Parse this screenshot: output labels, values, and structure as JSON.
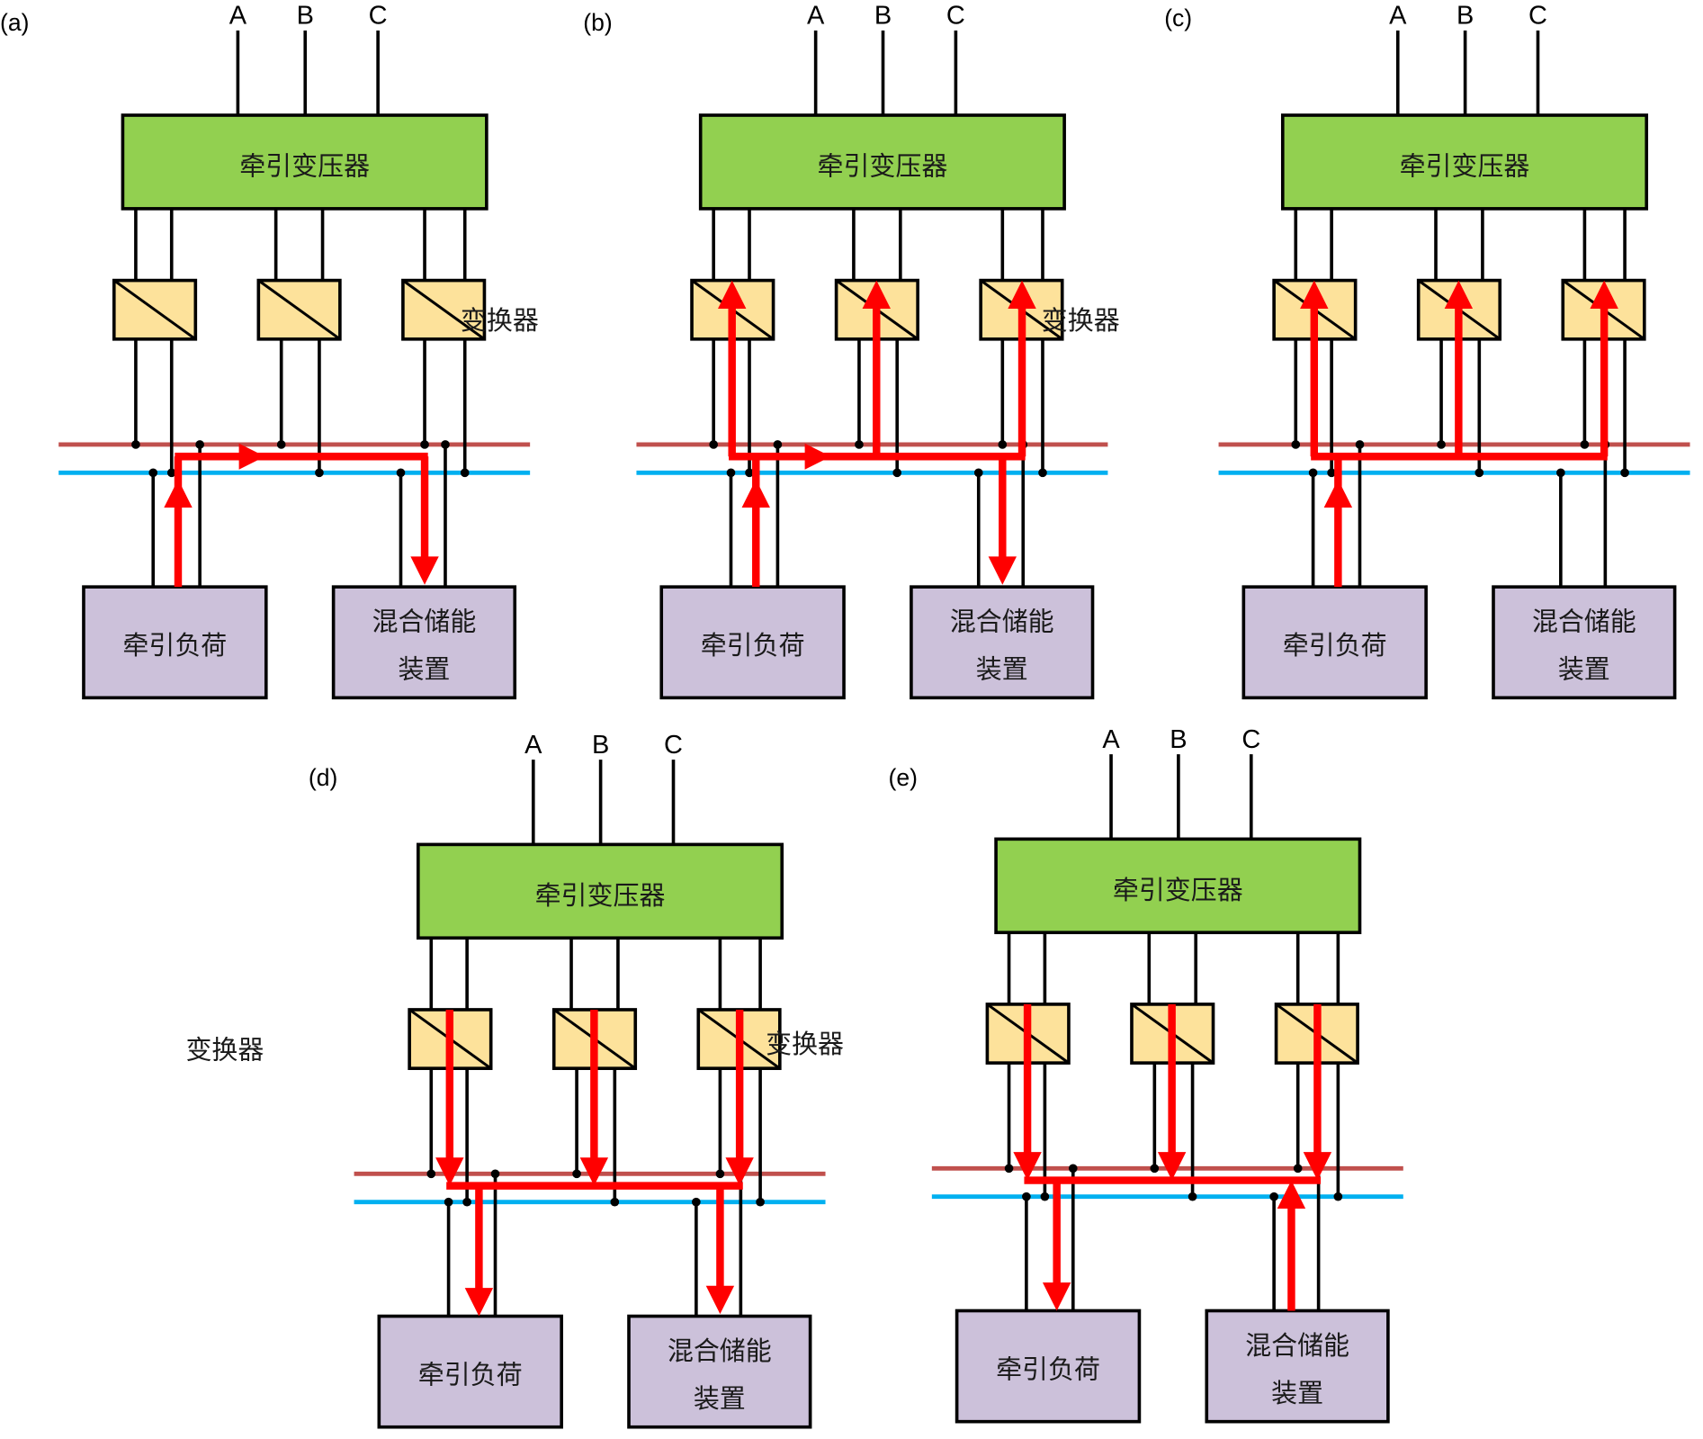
{
  "figure": {
    "colors": {
      "transformer_fill": "#92d050",
      "converter_fill": "#fde29b",
      "box_fill": "#ccc1da",
      "ac_bus": "#c0504d",
      "dc_bus": "#00b0f0",
      "flow": "#ff0000",
      "wire": "#000000"
    },
    "labels": {
      "transformer": "牵引变压器",
      "converter": "变换器",
      "load": "牵引负荷",
      "storage_line1": "混合储能",
      "storage_line2": "装置",
      "phases": [
        "A",
        "B",
        "C"
      ]
    },
    "panels": [
      {
        "id": "a",
        "tag": "(a)",
        "flow": {
          "load": "up",
          "storage": "down",
          "converters": [
            "none",
            "none",
            "none"
          ],
          "bus_arrow": "right"
        }
      },
      {
        "id": "b",
        "tag": "(b)",
        "flow": {
          "load": "up",
          "storage": "down",
          "converters": [
            "up",
            "up",
            "up"
          ],
          "bus_arrow": "right"
        }
      },
      {
        "id": "c",
        "tag": "(c)",
        "flow": {
          "load": "up",
          "storage": "none",
          "converters": [
            "up",
            "up",
            "up"
          ],
          "bus_arrow": "none"
        }
      },
      {
        "id": "d",
        "tag": "(d)",
        "flow": {
          "load": "down",
          "storage": "down",
          "converters": [
            "down",
            "down",
            "down"
          ],
          "bus_arrow": "none"
        }
      },
      {
        "id": "e",
        "tag": "(e)",
        "flow": {
          "load": "down",
          "storage": "up",
          "converters": [
            "down",
            "down",
            "down"
          ],
          "bus_arrow": "none"
        }
      }
    ]
  }
}
